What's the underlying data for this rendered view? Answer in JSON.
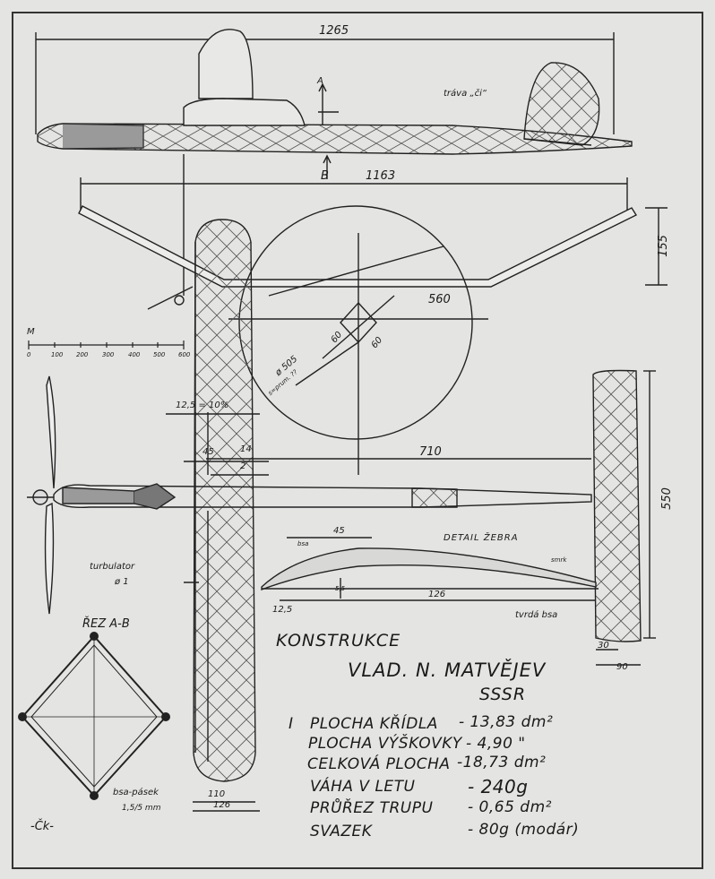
{
  "dimensions": {
    "overall_length": "1265",
    "span_view_mark": "B",
    "span": "1163",
    "dihedral_height": "155",
    "stab_half": "560",
    "prop_ring_label": "ø 505",
    "prop_ring_sub": "s=prum. ??",
    "stab_offset": "710",
    "stab_span": "550",
    "wing_chord_inner": "12,5 = 10%",
    "w45": "45",
    "w14": "14",
    "w2": "2",
    "stab_chord_30": "30",
    "stab_chord_90": "90",
    "wing_tip_110": "110",
    "wing_tip_126": "126",
    "cross_60_a": "60",
    "cross_60_b": "60",
    "section_a_mark": "A",
    "section_b_mark": "B"
  },
  "scale_bar": {
    "label": "M",
    "ticks": [
      "0",
      "100",
      "200",
      "300",
      "400",
      "500",
      "600"
    ]
  },
  "labels": {
    "tail_note": "tráva „či“",
    "turbulator": "turbulator",
    "turbulator_size": "ø 1",
    "rib_title": "DETAIL ŽEBRA",
    "rib_balsa": "bsa",
    "rib_45": "45",
    "rib_126": "126",
    "rib_12_5": "12,5",
    "rib_5_5": "5,5",
    "rib_spruce": "smrk",
    "rib_hard_balsa": "tvrdá bsa",
    "section_title": "ŘEZ A-B",
    "section_strip": "bsa-pásek",
    "section_strip_size": "1,5/5 mm",
    "signature": "-Čk-"
  },
  "title_block": {
    "heading": "KONSTRUKCE",
    "author": "VLAD. N. MATVĚJEV",
    "country": "SSSR",
    "item_no": "I",
    "rows": [
      {
        "label": "PLOCHA KŘÍDLA",
        "value": "- 13,83 dm²"
      },
      {
        "label": "PLOCHA VÝŠKOVKY",
        "value": "- 4,90 \""
      },
      {
        "label": "CELKOVÁ PLOCHA",
        "value": "-18,73 dm²"
      },
      {
        "label": "VÁHA V LETU",
        "value": "- 240g"
      },
      {
        "label": "PRŮŘEZ TRUPU",
        "value": "- 0,65 dm²"
      },
      {
        "label": "SVAZEK",
        "value": "- 80g (modár)"
      }
    ]
  }
}
